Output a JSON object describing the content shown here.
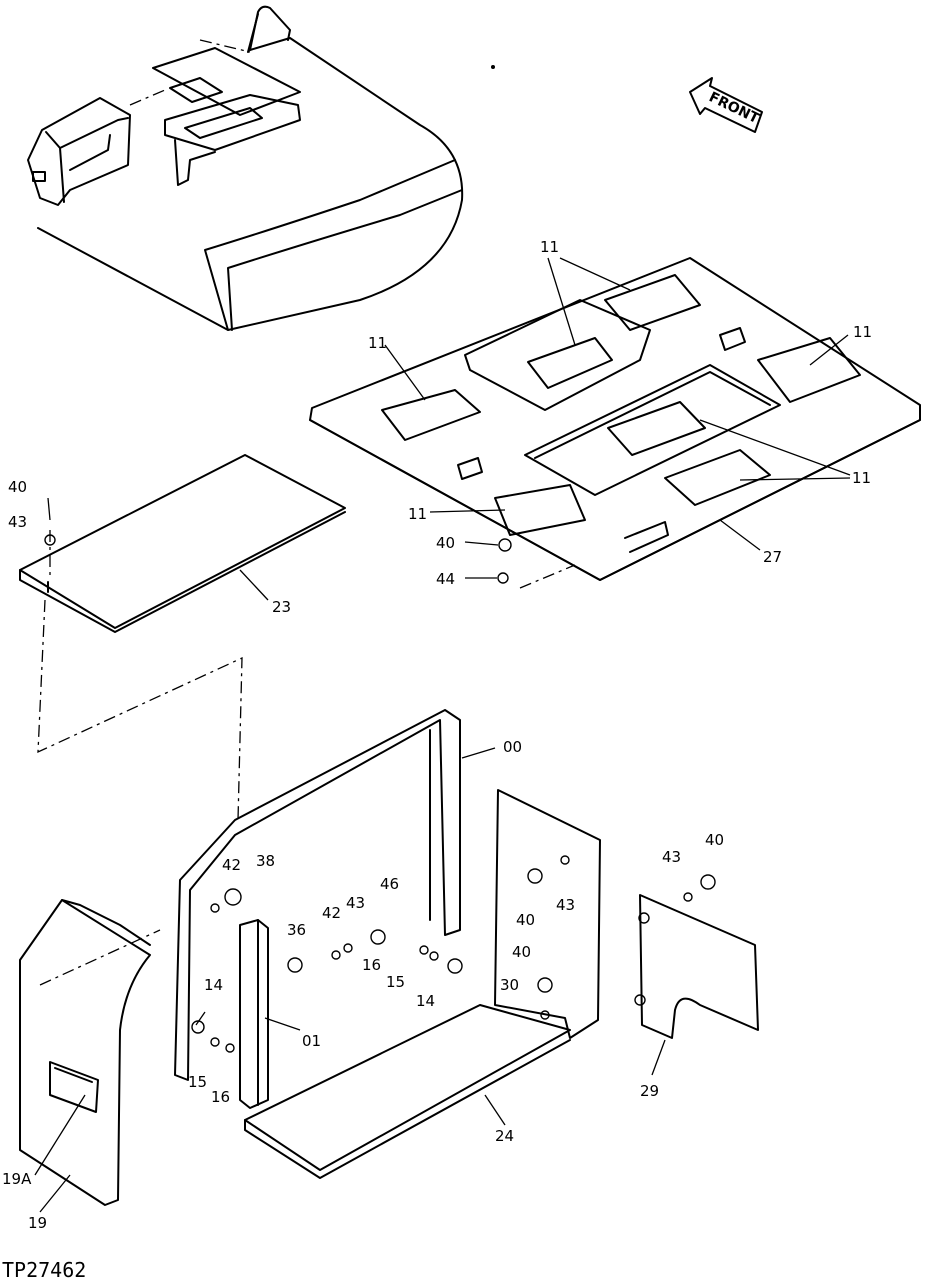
{
  "figure_id": "TP27462",
  "front_label": "FRONT",
  "labels": [
    {
      "id": "l-11a",
      "text": "11"
    },
    {
      "id": "l-11b",
      "text": "11"
    },
    {
      "id": "l-11c",
      "text": "11"
    },
    {
      "id": "l-11d",
      "text": "11"
    },
    {
      "id": "l-11e",
      "text": "11"
    },
    {
      "id": "l-27",
      "text": "27"
    },
    {
      "id": "l-40a",
      "text": "40"
    },
    {
      "id": "l-44",
      "text": "44"
    },
    {
      "id": "l-40b",
      "text": "40"
    },
    {
      "id": "l-43a",
      "text": "43"
    },
    {
      "id": "l-23",
      "text": "23"
    },
    {
      "id": "l-00",
      "text": "00"
    },
    {
      "id": "l-42a",
      "text": "42"
    },
    {
      "id": "l-38",
      "text": "38"
    },
    {
      "id": "l-36",
      "text": "36"
    },
    {
      "id": "l-42b",
      "text": "42"
    },
    {
      "id": "l-43b",
      "text": "43"
    },
    {
      "id": "l-46",
      "text": "46"
    },
    {
      "id": "l-16a",
      "text": "16"
    },
    {
      "id": "l-15a",
      "text": "15"
    },
    {
      "id": "l-14a",
      "text": "14"
    },
    {
      "id": "l-40c",
      "text": "40"
    },
    {
      "id": "l-43c",
      "text": "43"
    },
    {
      "id": "l-40d",
      "text": "40"
    },
    {
      "id": "l-30",
      "text": "30"
    },
    {
      "id": "l-43d",
      "text": "43"
    },
    {
      "id": "l-40e",
      "text": "40"
    },
    {
      "id": "l-14b",
      "text": "14"
    },
    {
      "id": "l-01",
      "text": "01"
    },
    {
      "id": "l-15b",
      "text": "15"
    },
    {
      "id": "l-16b",
      "text": "16"
    },
    {
      "id": "l-24",
      "text": "24"
    },
    {
      "id": "l-29",
      "text": "29"
    },
    {
      "id": "l-19a",
      "text": "19A"
    },
    {
      "id": "l-19",
      "text": "19"
    }
  ]
}
